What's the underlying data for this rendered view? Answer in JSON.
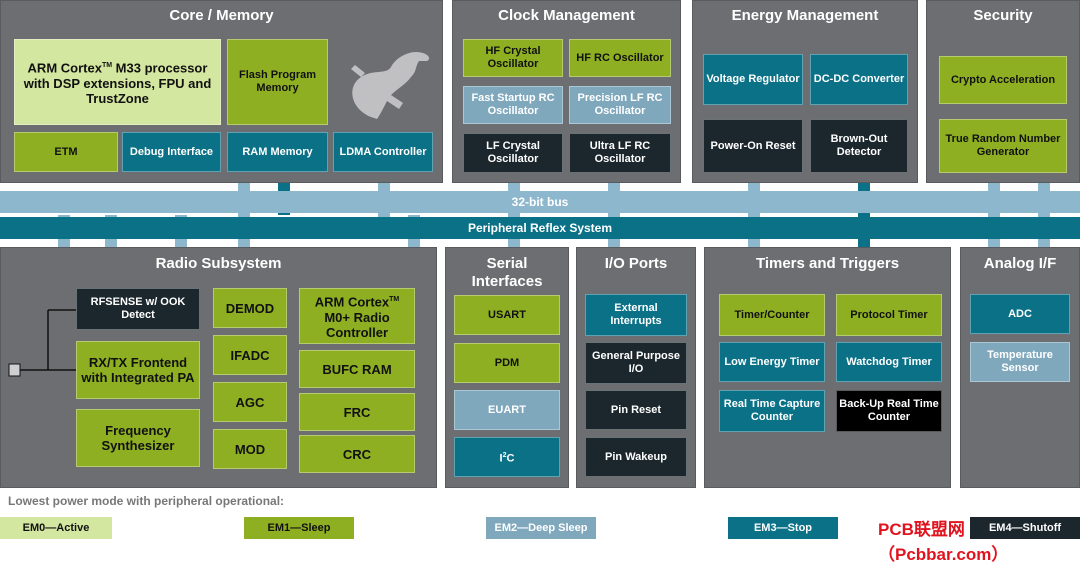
{
  "colors": {
    "em0": "#d4e7a0",
    "em1": "#8faf23",
    "em2": "#7fa8bd",
    "em3": "#0b7187",
    "em4": "#1c272d",
    "panel": "#6d6e71",
    "bus_light": "#8db7cc",
    "bus_dark": "#0b7187"
  },
  "core": {
    "title": "Core / Memory",
    "cpu_a": "ARM Cortex",
    "cpu_tm": "TM",
    "cpu_b": " M33 processor with DSP extensions, FPU and TrustZone",
    "flash": "Flash Program Memory",
    "etm": "ETM",
    "debug": "Debug Interface",
    "ram": "RAM Memory",
    "ldma": "LDMA Controller",
    "logo": "gecko-logo"
  },
  "clock": {
    "title": "Clock Management",
    "hfxo": "HF Crystal Oscillator",
    "hfrco": "HF RC Oscillator",
    "fsrco": "Fast Startup RC Oscillator",
    "plfrco": "Precision LF RC Oscillator",
    "lfxo": "LF Crystal Oscillator",
    "ulfrco": "Ultra LF RC Oscillator"
  },
  "energy": {
    "title": "Energy Management",
    "vreg": "Voltage Regulator",
    "dcdc": "DC-DC Converter",
    "por": "Power-On Reset",
    "bod": "Brown-Out Detector"
  },
  "security": {
    "title": "Security",
    "crypto": "Crypto Acceleration",
    "trng": "True Random Number Generator"
  },
  "bus": {
    "bus32": "32-bit bus",
    "prs": "Peripheral Reflex System"
  },
  "radio": {
    "title": "Radio Subsystem",
    "rfsense": "RFSENSE w/ OOK Detect",
    "frontend": "RX/TX Frontend with Integrated PA",
    "synth": "Frequency Synthesizer",
    "demod": "DEMOD",
    "ifadc": "IFADC",
    "agc": "AGC",
    "mod": "MOD",
    "m0_a": "ARM Cortex",
    "m0_tm": "TM",
    "m0_b": " M0+ Radio Controller",
    "bufc": "BUFC RAM",
    "frc": "FRC",
    "crc": "CRC"
  },
  "serial": {
    "title": "Serial Interfaces",
    "usart": "USART",
    "pdm": "PDM",
    "euart": "EUART",
    "i2c_a": "I",
    "i2c_sup": "2",
    "i2c_b": "C"
  },
  "io": {
    "title": "I/O Ports",
    "extint": "External Interrupts",
    "gpio": "General Purpose I/O",
    "pinreset": "Pin Reset",
    "pinwake": "Pin Wakeup"
  },
  "timers": {
    "title": "Timers and Triggers",
    "timer": "Timer/Counter",
    "protimer": "Protocol Timer",
    "letimer": "Low Energy Timer",
    "wdog": "Watchdog Timer",
    "rtcc": "Real Time Capture Counter",
    "burtc": "Back-Up Real Time Counter"
  },
  "analog": {
    "title": "Analog I/F",
    "adc": "ADC",
    "temp": "Temperature Sensor"
  },
  "legend": {
    "caption": "Lowest power mode with peripheral operational:",
    "em0": "EM0—Active",
    "em1": "EM1—Sleep",
    "em2": "EM2—Deep Sleep",
    "em3": "EM3—Stop",
    "em4": "EM4—Shutoff"
  },
  "watermark": "PCB联盟网（Pcbbar.com）"
}
